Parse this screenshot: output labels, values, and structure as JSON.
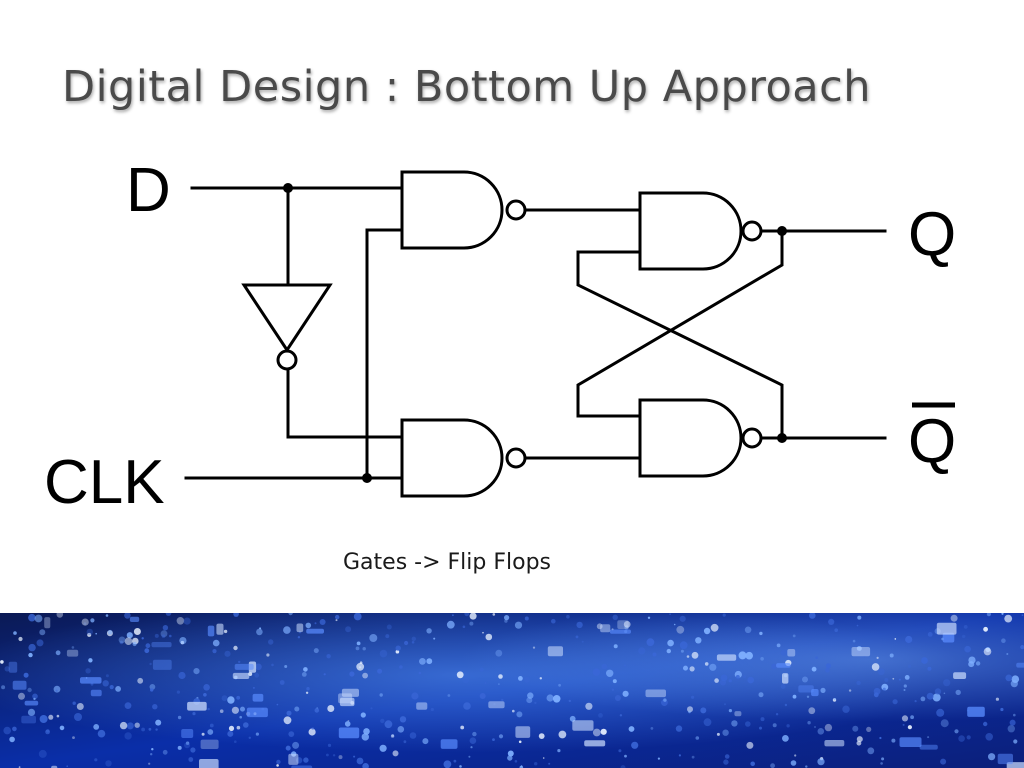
{
  "slide": {
    "title": "Digital Design : Bottom Up Approach",
    "caption": "Gates -> Flip Flops"
  },
  "diagram": {
    "inputs": {
      "d": "D",
      "clk": "CLK"
    },
    "outputs": {
      "q": "Q",
      "q_bar": "Q"
    },
    "gates": [
      "not-gate",
      "nand-gate-top-input",
      "nand-gate-bottom-input",
      "nand-gate-top-latch",
      "nand-gate-bottom-latch"
    ]
  },
  "colors": {
    "background": "#ffffff",
    "title_text": "#4a4a4a",
    "diagram_stroke": "#000000",
    "banner_base": "#0a1f6e",
    "banner_glow": "#3a7dff"
  }
}
